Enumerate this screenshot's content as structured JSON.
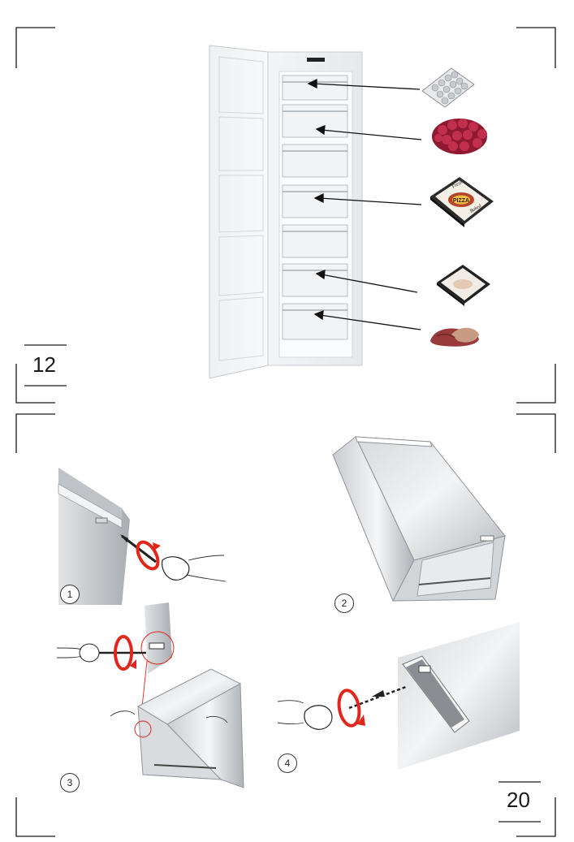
{
  "page_top": {
    "number": "12"
  },
  "page_bottom": {
    "number": "20"
  },
  "steps": [
    "1",
    "2",
    "3",
    "4"
  ],
  "food_items": [
    {
      "icon": "ice-cube-tray-icon"
    },
    {
      "icon": "berries-icon"
    },
    {
      "icon": "pizza-box-icon",
      "label_top": "Fresh",
      "label_mid": "PIZZA",
      "label_bottom": "Baked"
    },
    {
      "icon": "frozen-food-box-icon"
    },
    {
      "icon": "meat-icon"
    }
  ]
}
